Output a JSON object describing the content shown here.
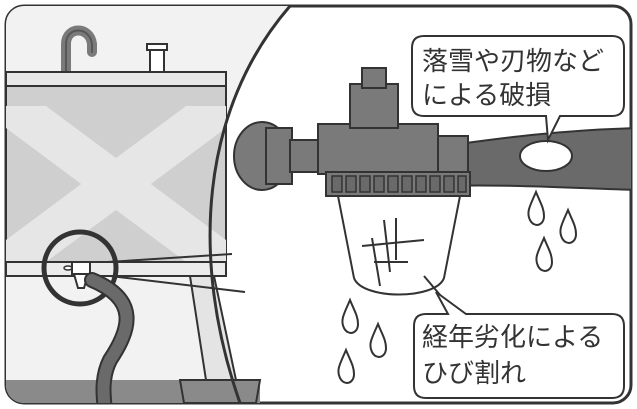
{
  "callouts": {
    "damage_snow": {
      "line1": "落雪や刃物など",
      "line2": "による破損"
    },
    "damage_aging": {
      "line1": "経年劣化による",
      "line2": "ひび割れ"
    }
  },
  "colors": {
    "frame": "#333333",
    "tank_body": "#cfcfcf",
    "tank_stripe": "#e6e6e6",
    "hose": "#6a6a6a",
    "strainer_metal": "#7a7a7a",
    "bubble_fill": "#ffffff"
  }
}
